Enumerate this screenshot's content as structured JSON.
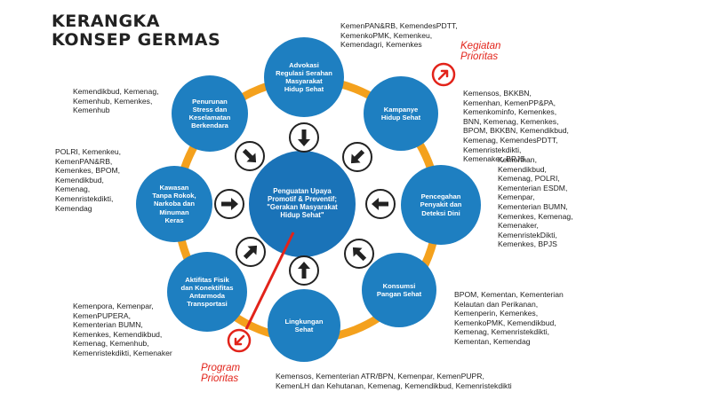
{
  "title": {
    "line1": "KERANGKA",
    "line2": "KONSEP GERMAS"
  },
  "colors": {
    "node": "#1e7fc1",
    "ring": "#f4a11d",
    "center": "#1a73b8",
    "red": "#e2231a",
    "arrow_bg": "#ffffff",
    "arrow": "#222222"
  },
  "labels": {
    "kegiatan": "Kegiatan\nPrioritas",
    "program": "Program\nPrioritas"
  },
  "center": {
    "text": "Penguatan Upaya\nPromotif & Preventif;\n\"Gerakan Masyarakat\nHidup Sehat\""
  },
  "nodes": [
    {
      "id": "advokasi",
      "text": "Advokasi\nRegulasi Serahan\nMasyarakat\nHidup Sehat",
      "agencies": "KemenPAN&RB, KemendesPDTT,\nKemenkoPMK, Kemenkeu,\nKemendagri, Kemenkes"
    },
    {
      "id": "kampanye",
      "text": "Kampanye\nHidup Sehat",
      "agencies": "Kemensos, BKKBN,\nKemenhan, KemenPP&PA,\nKemenkominfo, Kemenkes,\nBNN, Kemenag, Kemenkes,\nBPOM, BKKBN, Kemendikbud,\nKemenag, KemendesPDTT,\nKemenristekdikti,\nKemenaker, BPJS"
    },
    {
      "id": "pencegahan",
      "text": "Pencegahan\nPenyakit dan\nDeteksi Dini",
      "agencies": "Kemenhan,\nKemendikbud,\nKemenag, POLRI,\nKementerian ESDM,\nKemenpar,\nKementerian BUMN,\nKemenkes, Kemenag,\nKemenaker,\nKemenristekDikti,\nKemenkes, BPJS"
    },
    {
      "id": "konsumsi",
      "text": "Konsumsi\nPangan Sehat",
      "agencies": "BPOM, Kementan, Kementerian\nKelautan dan Perikanan,\nKemenperin, Kemenkes,\nKemenkoPMK, Kemendikbud,\nKemenag, Kemenristekdikti,\nKementan, Kemendag"
    },
    {
      "id": "lingkungan",
      "text": "Lingkungan\nSehat",
      "agencies": "Kemensos, Kementerian ATR/BPN, Kemenpar, KemenPUPR,\nKemenLH dan Kehutanan, Kemenag, Kemendikbud, Kemenristekdikti"
    },
    {
      "id": "aktifitas",
      "text": "Aktifitas Fisik\ndan Konektifitas\nAntarmoda\nTransportasi",
      "agencies": "Kemenpora, Kemenpar,\nKemenPUPERA,\nKementerian BUMN,\nKemenkes, Kemendikbud,\nKemenag, Kemenhub,\nKemenristekdikti, Kemenaker"
    },
    {
      "id": "kawasan",
      "text": "Kawasan\nTanpa Rokok,\nNarkoba dan\nMinuman\nKeras",
      "agencies": "POLRI, Kemenkeu,\nKemenPAN&RB,\nKemenkes, BPOM,\nKemendikbud,\nKemenag,\nKemenristekdikti,\nKemendag"
    },
    {
      "id": "penurunan",
      "text": "Penurunan\nStress dan\nKeselamatan\nBerkendara",
      "agencies": "Kemendikbud, Kemenag,\nKemenhub, Kemenkes,\nKemenhub"
    }
  ]
}
